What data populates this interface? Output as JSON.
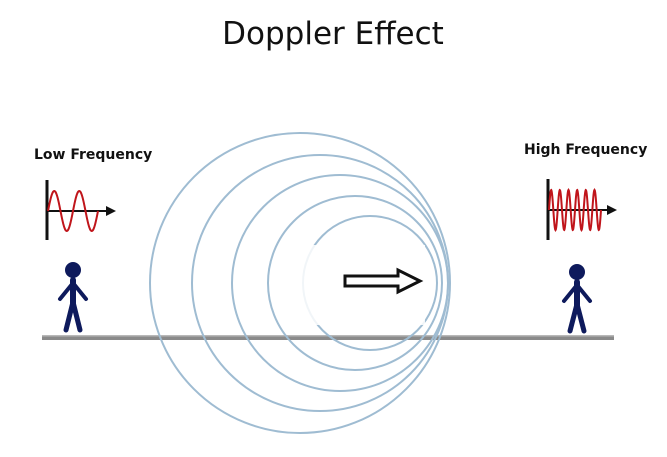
{
  "title": "Doppler Effect",
  "left_observer": {
    "label": "Low Frequency",
    "wave_cycles": 2
  },
  "right_observer": {
    "label": "High Frequency",
    "wave_cycles": 6
  },
  "colors": {
    "wave_rings": "#9fbcd2",
    "signal": "#c0151b",
    "person": "#0e1a5c",
    "ground": "#8a8a8a",
    "text": "#111111"
  },
  "motion_direction": "right",
  "ring_count": 5
}
